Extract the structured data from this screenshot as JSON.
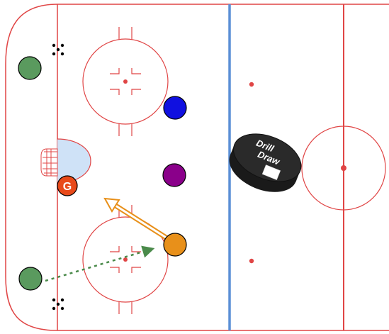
{
  "rink": {
    "boards_color": "#e04545",
    "blue_line_color": "#5b8fd6",
    "crease_fill": "#cfe2f7",
    "ice_color": "#ffffff"
  },
  "logo": {
    "line1": "Drill",
    "line2": "Draw"
  },
  "players": [
    {
      "id": "left-top",
      "color": "#5a9a5e",
      "label": ""
    },
    {
      "id": "left-bottom",
      "color": "#5a9a5e",
      "label": ""
    },
    {
      "id": "blue",
      "color": "#1010e0",
      "label": ""
    },
    {
      "id": "purple",
      "color": "#8a008a",
      "label": ""
    },
    {
      "id": "orange",
      "color": "#e8901a",
      "label": ""
    }
  ],
  "goalie": {
    "label": "G",
    "color": "#e84a1a",
    "text_color": "#ffffff"
  },
  "pass_arrow": {
    "color": "#4a8a4a"
  },
  "skate_arrow": {
    "color": "#e8901a"
  },
  "pucks": {
    "color": "#000000"
  }
}
